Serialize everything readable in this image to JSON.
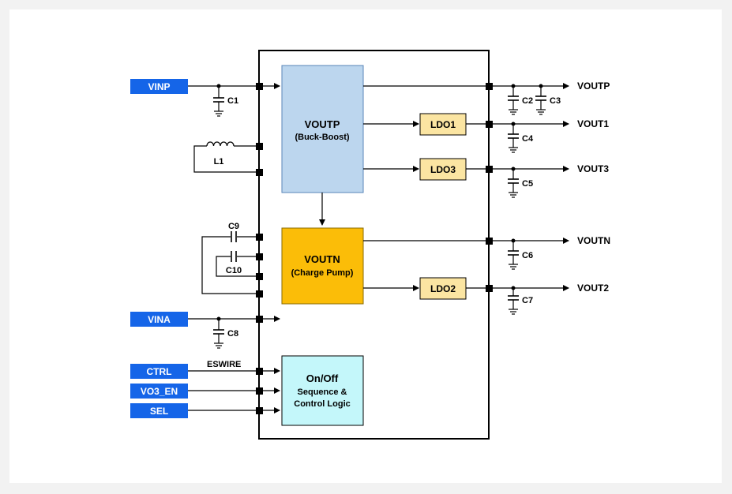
{
  "inputs": {
    "vinp": "VINP",
    "vina": "VINA",
    "ctrl": "CTRL",
    "vo3_en": "VO3_EN",
    "sel": "SEL"
  },
  "outputs": {
    "voutp": "VOUTP",
    "vout1": "VOUT1",
    "vout3": "VOUT3",
    "voutn": "VOUTN",
    "vout2": "VOUT2"
  },
  "blocks": {
    "voutp_title": "VOUTP",
    "voutp_sub": "(Buck-Boost)",
    "voutn_title": "VOUTN",
    "voutn_sub": "(Charge Pump)",
    "logic_line1": "On/Off",
    "logic_line2": "Sequence &",
    "logic_line3": "Control Logic",
    "ldo1": "LDO1",
    "ldo2": "LDO2",
    "ldo3": "LDO3"
  },
  "components": {
    "c1": "C1",
    "c2": "C2",
    "c3": "C3",
    "c4": "C4",
    "c5": "C5",
    "c6": "C6",
    "c7": "C7",
    "c8": "C8",
    "c9": "C9",
    "c10": "C10",
    "l1": "L1"
  },
  "signals": {
    "eswire": "ESWIRE"
  },
  "colors": {
    "pin_blue": "#1565e8",
    "voutp_block": "#bcd6ee",
    "voutn_block": "#fbbd08",
    "logic_block": "#c4f7fa",
    "ldo_block": "#fbe5a2"
  }
}
